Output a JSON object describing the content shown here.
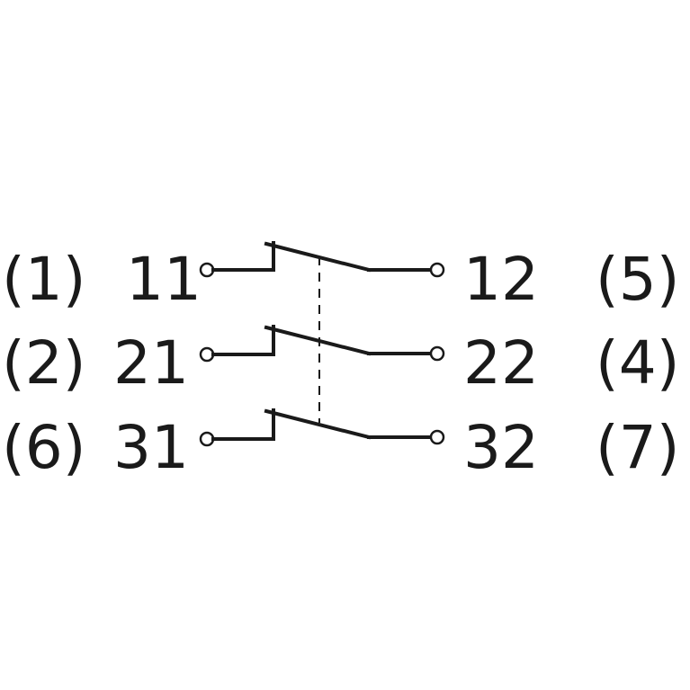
{
  "contacts": [
    {
      "left_pin": "(1)",
      "left_terminal": "11",
      "right_terminal": "12",
      "right_pin": "(5)"
    },
    {
      "left_pin": "(2)",
      "left_terminal": "21",
      "right_terminal": "22",
      "right_pin": "(4)"
    },
    {
      "left_pin": "(6)",
      "left_terminal": "31",
      "right_terminal": "32",
      "right_pin": "(7)"
    }
  ]
}
